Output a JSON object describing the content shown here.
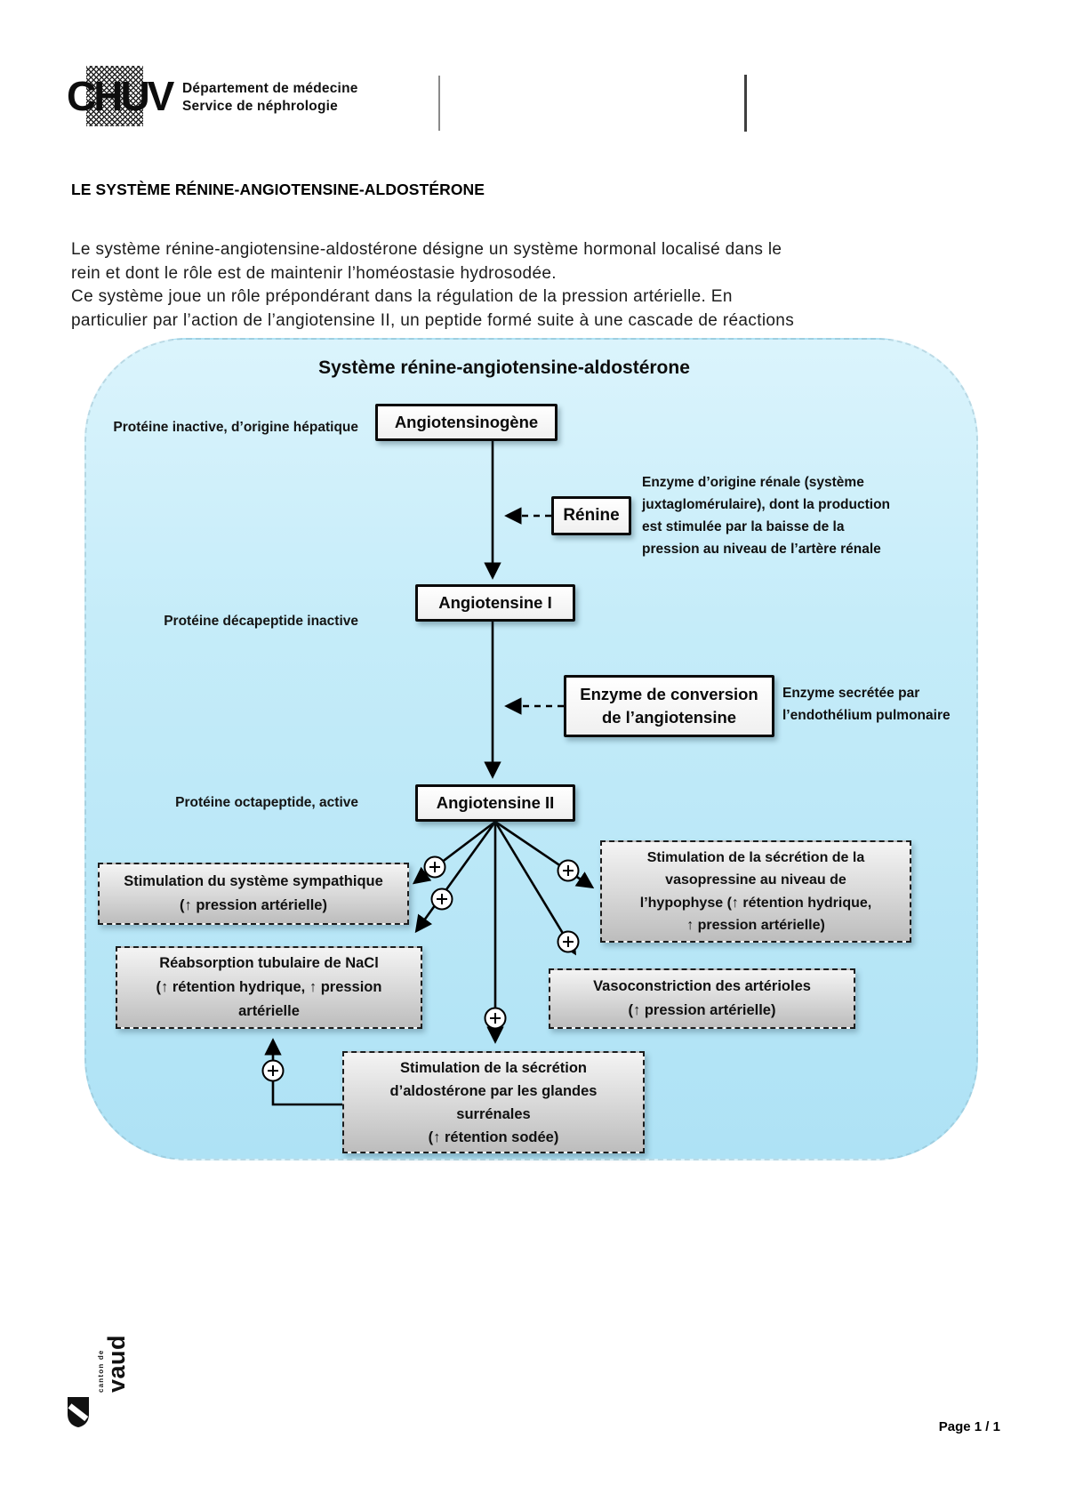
{
  "header": {
    "logo_text": "CHUV",
    "dept_line1": "Département de médecine",
    "dept_line2": "Service de néphrologie"
  },
  "document": {
    "title": "LE SYSTÈME RÉNINE-ANGIOTENSINE-ALDOSTÉRONE",
    "paragraph_lines": [
      "Le système rénine-angiotensine-aldostérone désigne un système hormonal localisé dans le",
      "rein et dont le rôle est de maintenir l’homéostasie hydrosodée.",
      "Ce système joue un rôle prépondérant dans la régulation de la pression artérielle. En",
      "particulier par l’action de l’angiotensine II, un peptide formé suite à une cascade de réactions"
    ]
  },
  "diagram": {
    "title": "Système rénine-angiotensine-aldostérone",
    "labels": {
      "angiotensinogene": "Protéine inactive, d’origine hépatique",
      "angiotensine1": "Protéine décapeptide inactive",
      "angiotensine2": "Protéine octapeptide, active"
    },
    "nodes": {
      "angiotensinogene": "Angiotensinogène",
      "renine": "Rénine",
      "angiotensine1": "Angiotensine I",
      "enzyme_conversion": [
        "Enzyme de conversion",
        "de l’angiotensine"
      ],
      "angiotensine2": "Angiotensine II"
    },
    "annotations": {
      "renine_note": [
        "Enzyme d’origine rénale (système",
        "juxtaglomérulaire), dont la production",
        "est stimulée par la baisse de la",
        "pression au niveau de l’artère rénale"
      ],
      "conversion_note": [
        "Enzyme secrétée par",
        "l’endothélium pulmonaire"
      ]
    },
    "effects": {
      "sympathique": [
        "Stimulation du système sympathique",
        "(↑ pression artérielle)"
      ],
      "vasopressine": [
        "Stimulation de la sécrétion de la",
        "vasopressine au niveau de",
        "l’hypophyse (↑ rétention hydrique,",
        "↑ pression artérielle)"
      ],
      "reabsorption": [
        "Réabsorption tubulaire de NaCl",
        "(↑ rétention hydrique, ↑ pression",
        "artérielle"
      ],
      "vasoconstriction": [
        "Vasoconstriction des artérioles",
        "(↑ pression artérielle)"
      ],
      "aldosterone": [
        "Stimulation de la sécrétion",
        "d’aldostérone par les glandes",
        "surrénales",
        "(↑ rétention sodée)"
      ]
    },
    "colors": {
      "diagram_bg_top": "#dbf4fc",
      "diagram_bg_bottom": "#aee2f5",
      "effect_box_fill": "#d6d6d6",
      "line_color": "#000000"
    }
  },
  "footer": {
    "page_label": "Page 1 / 1",
    "canton_small": "canton de",
    "canton_name": "vaud"
  }
}
